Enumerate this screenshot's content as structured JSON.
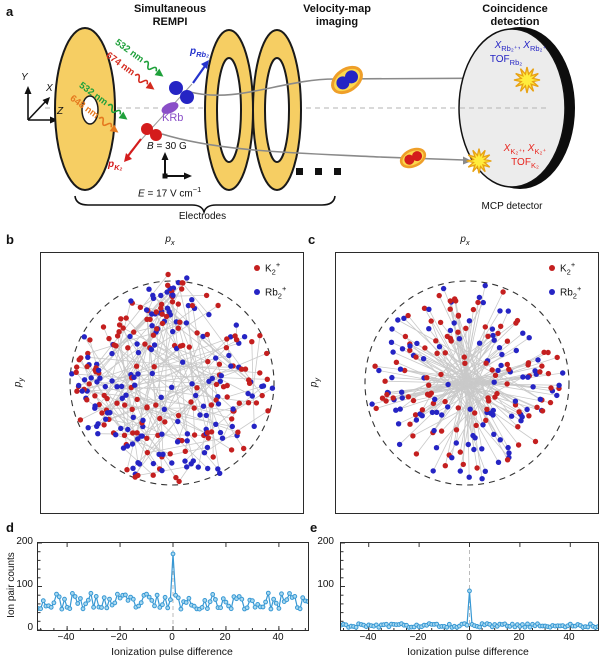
{
  "figure": {
    "background": "#ffffff"
  },
  "panel_a": {
    "label": "a",
    "headers": {
      "rempi": "Simultaneous\nREMPI",
      "vmi": "Velocity-map\nimaging",
      "coincidence": "Coincidence\ndetection"
    },
    "axes": {
      "x": "X",
      "y": "Y",
      "z": "Z"
    },
    "lasers": [
      {
        "label": "532 nm",
        "color": "#1ea03a"
      },
      {
        "label": "674 nm",
        "color": "#d42a1e"
      },
      {
        "label": "532 nm",
        "color": "#1ea03a"
      },
      {
        "label": "648 nm",
        "color": "#e5781e"
      }
    ],
    "molecules": {
      "krb_label": "KRb",
      "krb_color": "#8a4fc8",
      "p_rb2_html": "p<sub>Rb₂</sub>",
      "rb2_color": "#2524c4",
      "p_k2_html": "p<sub>K₂</sub>",
      "k2_color": "#d41c1c"
    },
    "fields": {
      "b_html": "<i>B</i> = 30 G",
      "e_html": "<i>E</i> = 17 V cm<sup>−1</sup>"
    },
    "electrodes_label": "Electrodes",
    "mcp_label": "MCP detector",
    "electrode_color": "#f6ce63",
    "detector": {
      "rb2_hits_html": "<i>X</i><sub>Rb₂⁺</sub>, <i>X</i><sub>Rb₂⁺</sub>",
      "rb2_tof_html": "TOF<sub>Rb₂</sub>",
      "k2_hits_html": "<i>X</i><sub>K₂⁺</sub>, <i>X</i><sub>K₂⁺</sub>",
      "k2_tof_html": "TOF<sub>K₂</sub>",
      "rb2_text_color": "#2524c4",
      "k2_text_color": "#e8251e"
    }
  },
  "chart_data": [
    {
      "panel": "b",
      "type": "scatter",
      "xlabel_html": "<i>p<sub>x</sub></i>",
      "ylabel_html": "<i>p<sub>y</sub></i>",
      "legend": [
        {
          "label_html": "K<sub>2</sub><sup>+</sup>",
          "color": "#c41f1f"
        },
        {
          "label_html": "Rb<sub>2</sub><sup>+</sup>",
          "color": "#2524c4"
        }
      ],
      "pairing": "uncorrelated",
      "n_pairs": 150,
      "radius_px": 102,
      "seed": 7,
      "line_color": "#c9c9c9",
      "note": "K2+ / Rb2+ coincidence ion pairs joined by grey lines; dashed circle marks the momentum limit"
    },
    {
      "panel": "c",
      "type": "scatter",
      "xlabel_html": "<i>p<sub>x</sub></i>",
      "ylabel_html": "<i>p<sub>y</sub></i>",
      "legend": [
        {
          "label_html": "K<sub>2</sub><sup>+</sup>",
          "color": "#c41f1f"
        },
        {
          "label_html": "Rb<sub>2</sub><sup>+</sup>",
          "color": "#2524c4"
        }
      ],
      "pairing": "back-to-back",
      "n_pairs": 105,
      "radius_px": 102,
      "seed": 11,
      "line_color": "#c9c9c9",
      "note": "momentum-conserving pairs: connecting lines pass through the centre"
    },
    {
      "panel": "d",
      "type": "line",
      "ylabel": "Ion pair counts",
      "xlabel": "Ionization pulse difference",
      "x_range": [
        -51,
        51
      ],
      "y_range": [
        0,
        200
      ],
      "x_ticks": [
        -40,
        -20,
        0,
        20,
        40
      ],
      "x_tick_labels": [
        "−40",
        "−20",
        "0",
        "20",
        "40"
      ],
      "y_ticks": [
        0,
        100,
        200
      ],
      "y_tick_labels": [
        "0",
        "100",
        "200"
      ],
      "baseline_range": [
        48,
        85
      ],
      "peak": {
        "x": 0,
        "y": 175
      },
      "seed": 23,
      "color": "#3798d4"
    },
    {
      "panel": "e",
      "type": "line",
      "ylabel": "",
      "xlabel": "Ionization pulse difference",
      "x_range": [
        -51,
        51
      ],
      "y_range": [
        0,
        200
      ],
      "x_ticks": [
        -40,
        -20,
        0,
        20,
        40
      ],
      "x_tick_labels": [
        "−40",
        "−20",
        "0",
        "20",
        "40"
      ],
      "y_ticks": [
        100,
        200
      ],
      "y_tick_labels": [
        "100",
        "200"
      ],
      "baseline_range": [
        6,
        15
      ],
      "peak": {
        "x": 0,
        "y": 90
      },
      "seed": 31,
      "color": "#3798d4"
    }
  ]
}
